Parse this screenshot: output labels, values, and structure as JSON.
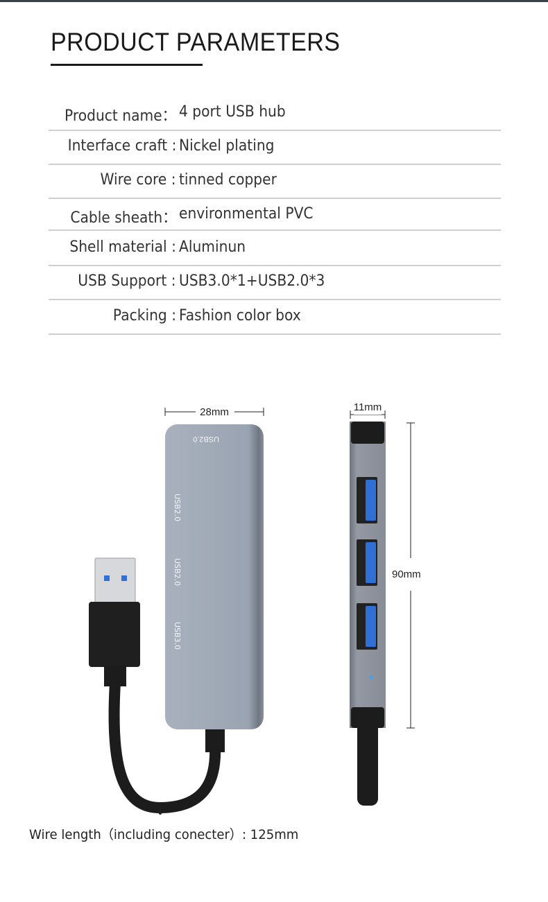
{
  "title": "PRODUCT PARAMETERS",
  "params": [
    {
      "label": "Product name：",
      "value": "4 port USB hub"
    },
    {
      "label": "Interface craft :",
      "value": "Nickel plating"
    },
    {
      "label": "Wire core :",
      "value": "tinned copper"
    },
    {
      "label": "Cable sheath：",
      "value": "environmental PVC"
    },
    {
      "label": "Shell material :",
      "value": "Aluminun"
    },
    {
      "label": "USB Support :",
      "value": "USB3.0*1+USB2.0*3"
    },
    {
      "label": "Packing :",
      "value": "Fashion color box"
    }
  ],
  "diagram": {
    "width_dim": "28mm",
    "thickness_dim": "11mm",
    "length_dim": "90mm",
    "port_labels": [
      "USB2.0",
      "USB2.0",
      "USB2.0",
      "USB3.0"
    ],
    "wire_length": "Wire length（including conecter）: 125mm"
  },
  "colors": {
    "shell": "#9aa3b1",
    "port_blue": "#2f6fd6",
    "cable": "#1c1c1c"
  }
}
